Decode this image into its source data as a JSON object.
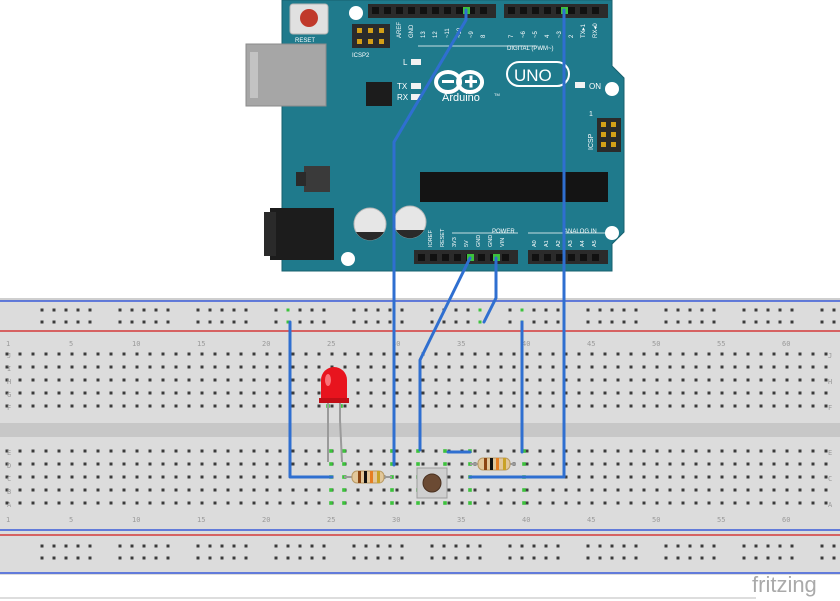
{
  "colors": {
    "board": "#1f7a8c",
    "board_dark": "#17606e",
    "header": "#2b2b2b",
    "breadboard": "#dcdcdc",
    "rail_blue": "#3a5bd9",
    "rail_red": "#d43a3a",
    "wire": "#2f6fd0",
    "hole": "#3b3b3b",
    "hole_active": "#3cc23c",
    "led": "#e8141e",
    "resistor": "#e2c79a",
    "brand": "#aaaaaa"
  },
  "arduino": {
    "reset_label": "RESET",
    "icsp2_label": "ICSP2",
    "icsp_label": "ICSP",
    "l_label": "L",
    "tx_label": "TX",
    "rx_label": "RX",
    "on_label": "ON",
    "one_label": "1",
    "uno_label": "UNO",
    "brand_label": "Arduino",
    "tm_label": "TM",
    "digital_label": "DIGITAL (PWM~)",
    "power_label": "POWER",
    "analog_label": "ANALOG IN",
    "top_pins": [
      "AREF",
      "GND",
      "13",
      "12",
      "~11",
      "~10",
      "~9",
      "8",
      "7",
      "~6",
      "~5",
      "4",
      "~3",
      "2",
      "TX▸1",
      "RX◂0"
    ],
    "power_pins": [
      "IOREF",
      "RESET",
      "3V3",
      "5V",
      "GND",
      "GND",
      "VIN"
    ],
    "analog_pins": [
      "A0",
      "A1",
      "A2",
      "A3",
      "A4",
      "A5"
    ]
  },
  "breadboard": {
    "row_letters_top": [
      "J",
      "I",
      "H",
      "G",
      "F"
    ],
    "row_letters_bottom": [
      "E",
      "D",
      "C",
      "B",
      "A"
    ],
    "column_numbers": [
      "1",
      "5",
      "10",
      "15",
      "20",
      "25",
      "30",
      "35",
      "40",
      "45",
      "50",
      "55",
      "60"
    ]
  },
  "brand": {
    "text": "fritzing"
  }
}
